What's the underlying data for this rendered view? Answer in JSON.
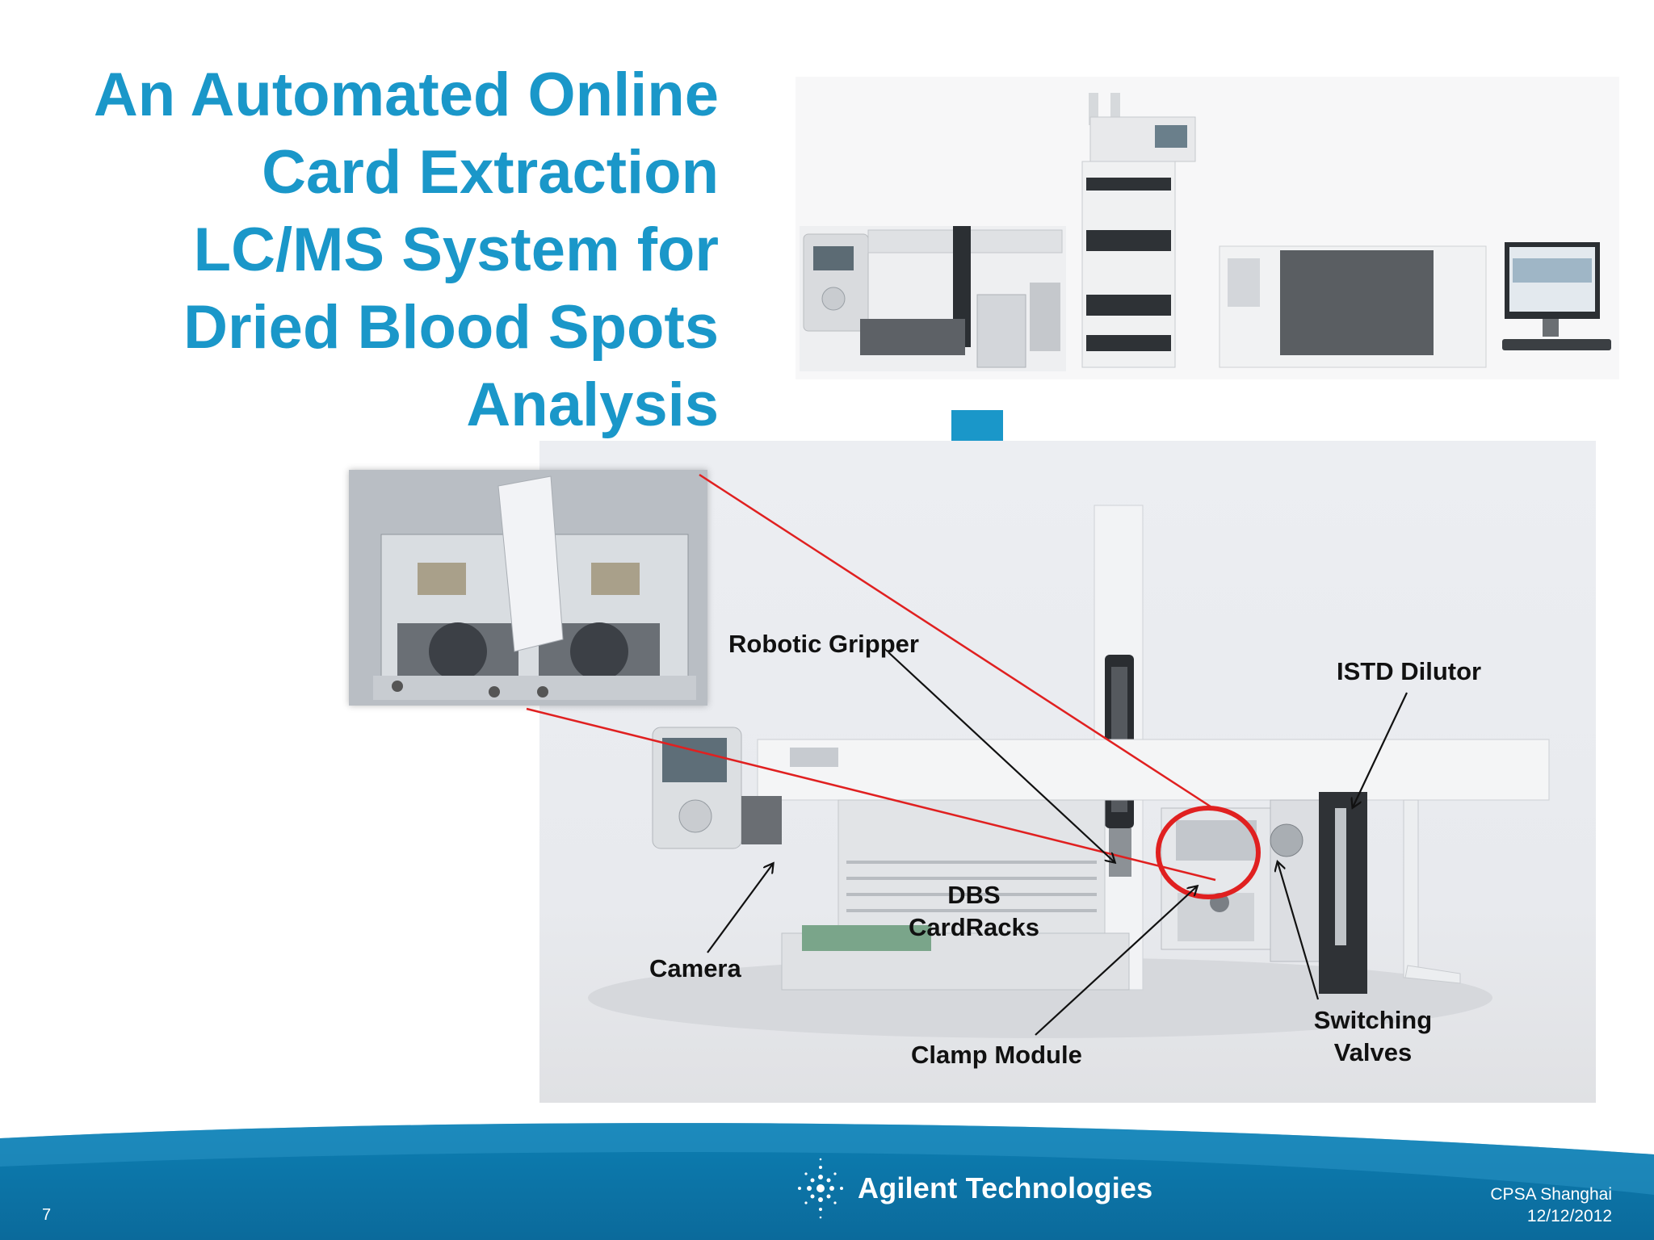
{
  "slide": {
    "title_lines": [
      "An Automated Online",
      "Card Extraction",
      "LC/MS System for",
      "Dried Blood Spots",
      "Analysis"
    ],
    "labels": {
      "robotic_gripper": "Robotic Gripper",
      "istd_dilutor": "ISTD Dilutor",
      "dbs_cardracks_line1": "DBS",
      "dbs_cardracks_line2": "CardRacks",
      "camera": "Camera",
      "clamp_module": "Clamp Module",
      "switching_valves_line1": "Switching",
      "switching_valves_line2": "Valves"
    }
  },
  "footer": {
    "page_number": "7",
    "brand": "Agilent Technologies",
    "conference": "CPSA Shanghai",
    "date": "12/12/2012"
  },
  "colors": {
    "title": "#1a97c9",
    "arrow": "#1a97c9",
    "footer": "#0d7fb3",
    "highlight_red": "#e02020"
  }
}
